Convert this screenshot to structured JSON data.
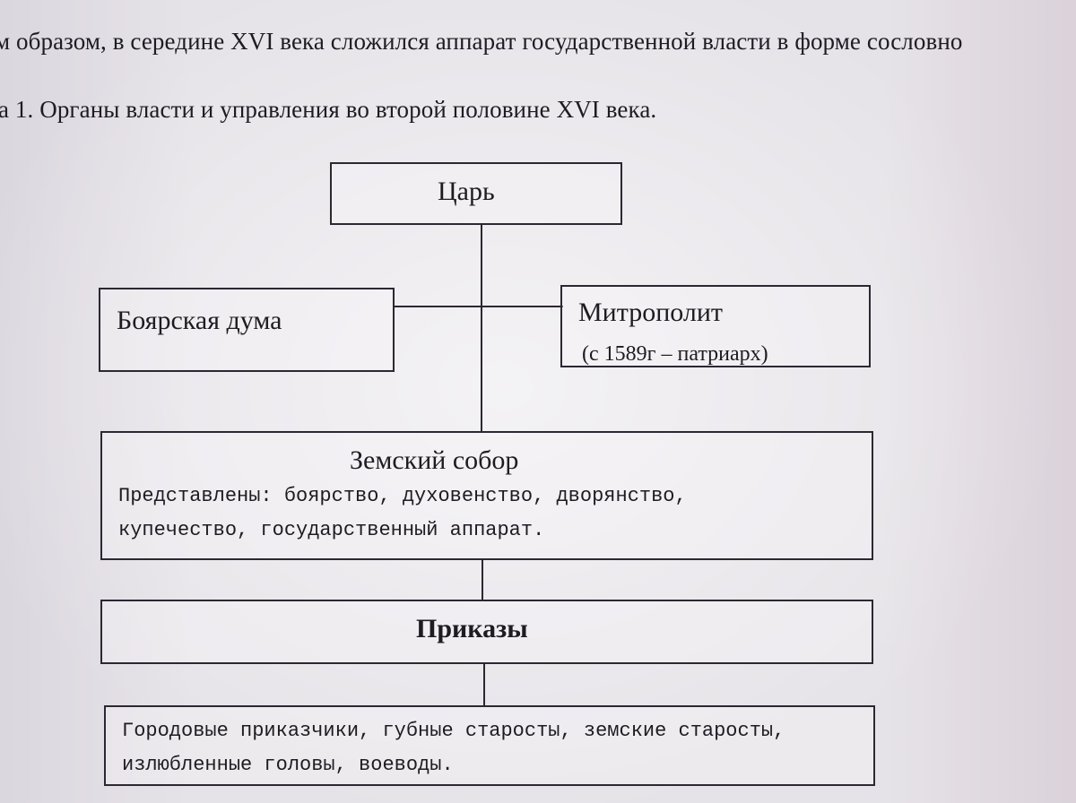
{
  "document": {
    "intro_line": "м образом, в середине XVI века сложился аппарат государственной власти в форме сословно",
    "caption": "а 1. Органы власти и  управления во второй половине XVI века."
  },
  "diagram": {
    "tsar": "Царь",
    "boyar_duma": "Боярская дума",
    "metropolitan": "Митрополит",
    "metropolitan_note": "(с 1589г – патриарх)",
    "zemsky_sobor": {
      "title": "Земский собор",
      "line1": "Представлены: боярство, духовенство, дворянство,",
      "line2": "купечество, государственный аппарат."
    },
    "prikazy": "Приказы",
    "local": {
      "line1": "Городовые приказчики, губные старосты, земские старосты,",
      "line2": "излюбленные головы, воеводы."
    }
  }
}
